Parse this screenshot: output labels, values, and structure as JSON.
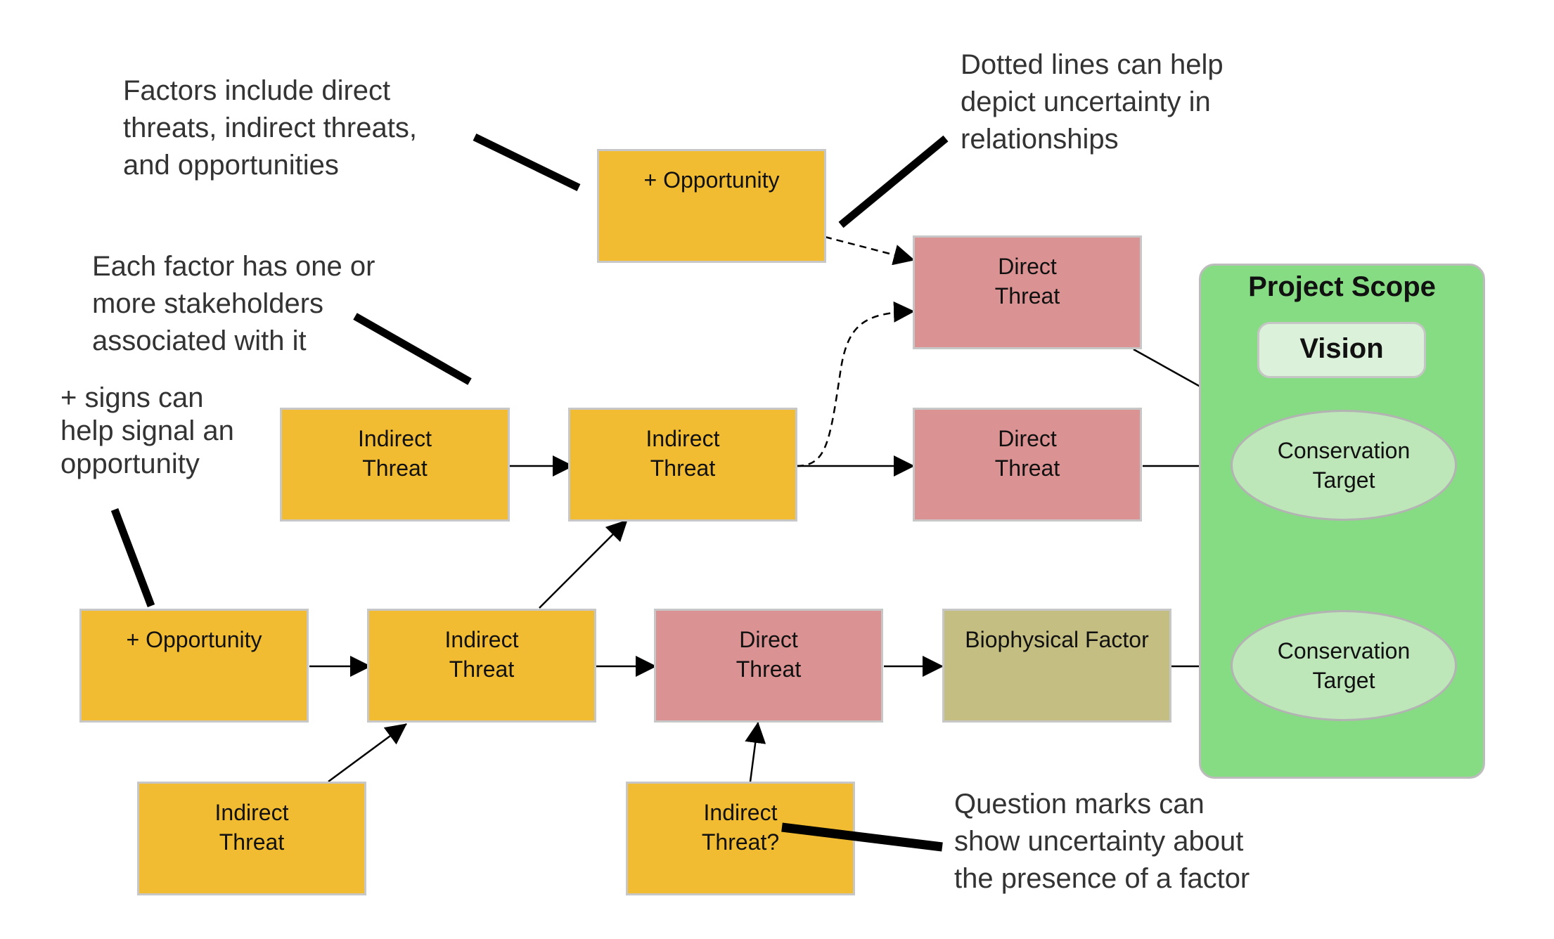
{
  "colors": {
    "opportunity": "#f1bc31",
    "indirect_threat": "#f1bc31",
    "direct_threat": "#db9292",
    "biophysical_factor": "#c4be83",
    "project_scope": "#86dc83",
    "conservation_target": "#bde6b9",
    "vision": "#dcf1d9"
  },
  "scope": {
    "title": "Project Scope",
    "vision": "Vision"
  },
  "factors": {
    "opp_top": [
      "+ Opportunity"
    ],
    "opp_left": [
      "+ Opportunity"
    ],
    "ind_mid_left": [
      "Indirect",
      "Threat"
    ],
    "ind_mid": [
      "Indirect",
      "Threat"
    ],
    "ind_low": [
      "Indirect",
      "Threat"
    ],
    "ind_bottom_left": [
      "Indirect",
      "Threat"
    ],
    "ind_question": [
      "Indirect",
      "Threat?"
    ],
    "dir_top": [
      "Direct",
      "Threat"
    ],
    "dir_mid": [
      "Direct",
      "Threat"
    ],
    "dir_low": [
      "Direct",
      "Threat"
    ],
    "bio": [
      "Biophysical Factor"
    ],
    "target_top": [
      "Conservation",
      "Target"
    ],
    "target_bottom": [
      "Conservation",
      "Target"
    ]
  },
  "notes": {
    "factors_include": [
      "Factors include direct",
      "threats, indirect threats,",
      "and opportunities"
    ],
    "dotted_lines": [
      "Dotted lines can help",
      "depict uncertainty in",
      "relationships"
    ],
    "stakeholders": [
      "Each factor has one or",
      "more stakeholders",
      "associated with it"
    ],
    "plus_signs": [
      "+ signs can",
      "help signal an",
      "opportunity"
    ],
    "question_marks": [
      "Question marks can",
      "show uncertainty about",
      "the presence of a factor"
    ]
  }
}
